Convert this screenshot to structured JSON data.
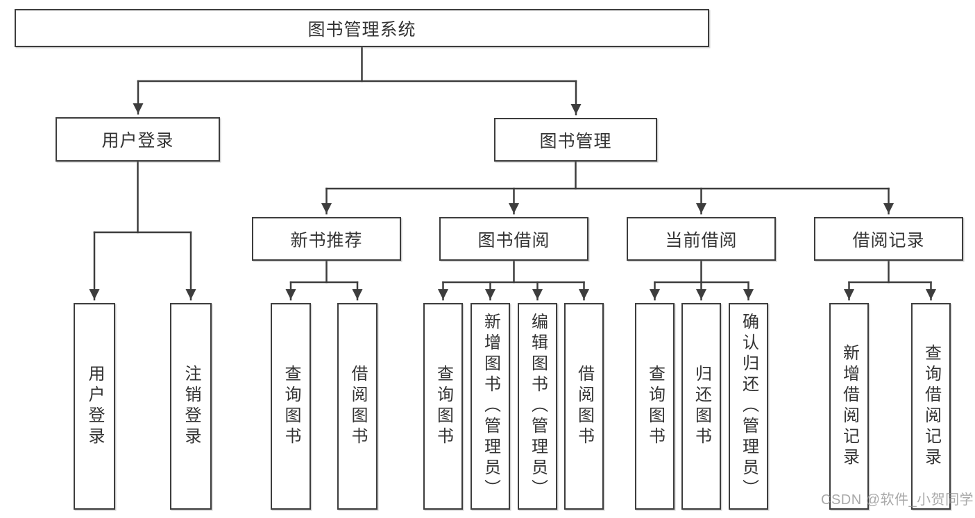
{
  "diagram": {
    "nodes": {
      "root": "图书管理系统",
      "user_login": "用户登录",
      "book_mgmt": "图书管理",
      "new_book_rec": "新书推荐",
      "book_borrow": "图书借阅",
      "current_borrow": "当前借阅",
      "borrow_record": "借阅记录",
      "leaf_user_login": "用户登录",
      "leaf_logout": "注销登录",
      "leaf_query_book_1": "查询图书",
      "leaf_borrow_book_1": "借阅图书",
      "leaf_query_book_2": "查询图书",
      "leaf_add_book": "新增图书（管理员）",
      "leaf_edit_book": "编辑图书（管理员）",
      "leaf_borrow_book_2": "借阅图书",
      "leaf_query_book_3": "查询图书",
      "leaf_return_book": "归还图书",
      "leaf_confirm_return": "确认归还（管理员）",
      "leaf_add_record": "新增借阅记录",
      "leaf_query_record": "查询借阅记录"
    },
    "hierarchy": {
      "图书管理系统": {
        "用户登录": [
          "用户登录",
          "注销登录"
        ],
        "图书管理": {
          "新书推荐": [
            "查询图书",
            "借阅图书"
          ],
          "图书借阅": [
            "查询图书",
            "新增图书（管理员）",
            "编辑图书（管理员）",
            "借阅图书"
          ],
          "当前借阅": [
            "查询图书",
            "归还图书",
            "确认归还（管理员）"
          ],
          "借阅记录": [
            "新增借阅记录",
            "查询借阅记录"
          ]
        }
      }
    },
    "colors": {
      "line": "#3d3d3d",
      "box_border": "#3d3d3d",
      "box_fill": "#ffffff",
      "text": "#333333",
      "watermark_text": "#8c8c8c"
    }
  },
  "watermark": "CSDN @软件_小贺同学"
}
